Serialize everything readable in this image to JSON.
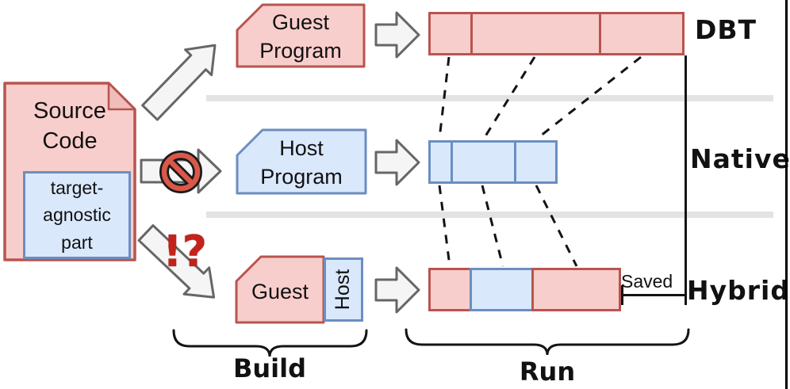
{
  "colors": {
    "guest_fill": "#f8cecc",
    "guest_border": "#b85450",
    "host_fill": "#dae8fc",
    "host_border": "#6c8ebf",
    "arrow_fill": "#f5f5f5",
    "arrow_border": "#666666",
    "lane_divider": "#e3e3e3",
    "prohibition_red": "#d9584a",
    "annotation_red": "#c4221a",
    "line_black": "#141414"
  },
  "source_doc": {
    "title": "Source\nCode",
    "inner_label": "target-\nagnostic\npart"
  },
  "build": {
    "guest_program_label": "Guest\nProgram",
    "host_program_label": "Host\nProgram",
    "hybrid_guest_label": "Guest",
    "hybrid_host_label": "Host",
    "impossible_annotation": "!?",
    "brace_label": "Build"
  },
  "run": {
    "brace_label": "Run",
    "saved_label": "Saved",
    "rows": [
      {
        "label": "DBT",
        "segments": [
          "guest",
          "guest",
          "guest"
        ]
      },
      {
        "label": "Native",
        "segments": [
          "host",
          "host",
          "host"
        ]
      },
      {
        "label": "Hybrid",
        "segments": [
          "guest",
          "host",
          "guest"
        ]
      }
    ]
  }
}
